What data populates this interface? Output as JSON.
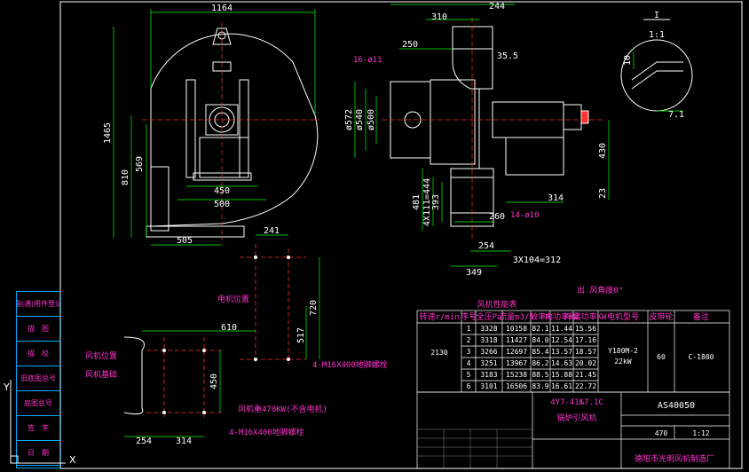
{
  "viewport": {
    "axis_x": "X",
    "axis_y": "Y"
  },
  "section_mark": {
    "letter": "I",
    "scale": "1:1"
  },
  "dims": {
    "d1164": "1164",
    "d1465": "1465",
    "d810": "810",
    "d569": "569",
    "d450": "450",
    "d500": "500",
    "d505": "505",
    "d244": "244",
    "d310": "310",
    "d250": "250",
    "d355": "35.5",
    "d572": "ø572",
    "d540": "ø540",
    "d500c": "ø500",
    "d430": "430",
    "d23": "23",
    "d314": "314",
    "d481": "481",
    "d444": "4X111=444",
    "d393": "393",
    "d260": "260",
    "d254": "254",
    "d312": "3X104=312",
    "d349": "349",
    "d241": "241",
    "d720": "720",
    "d610": "610",
    "d517": "517",
    "d450b": "450",
    "d254b": "254",
    "d314b": "314",
    "d71": "7.1",
    "d10": "10"
  },
  "notes": {
    "holes16": "16-ø11",
    "holes14": "14-ø10",
    "anchor_a": "4-M16X400地脚螺栓",
    "anchor_b": "4-M16X400地脚螺栓",
    "motor_pos": "电机位置",
    "fan_pos": "风机位置",
    "base_dim": "风机基础",
    "load": "风机重470KW(不含电机)",
    "outlet_angle": "出 风角度0°"
  },
  "perf_table": {
    "title": "风机性能表",
    "header": [
      "转速r/min",
      "序号",
      "全压Pa",
      "流量m3/h",
      "效率%",
      "内功率KW",
      "所需功率KW",
      "电机型号",
      "皮带轮",
      "备注"
    ],
    "speed": "2130",
    "rows": [
      [
        "1",
        "3328",
        "10158",
        "82.1",
        "11.44",
        "15.56"
      ],
      [
        "2",
        "3318",
        "11427",
        "84.0",
        "12.54",
        "17.16"
      ],
      [
        "3",
        "3266",
        "12697",
        "85.4",
        "13.57",
        "18.57"
      ],
      [
        "4",
        "3251",
        "13967",
        "86.2",
        "14.63",
        "20.02"
      ],
      [
        "5",
        "3183",
        "15238",
        "88.5",
        "15.88",
        "21.45"
      ],
      [
        "6",
        "3101",
        "16506",
        "83.9",
        "16.61",
        "22.72"
      ]
    ],
    "motor": "Y180M-2",
    "power": "22kW",
    "pulley": "60",
    "code": "C-1800"
  },
  "title_block": {
    "model": "4Y7-41№7.1C",
    "name": "锅炉引风机",
    "drawing_no": "AS40050",
    "weight": "470",
    "scale": "1:12",
    "company": "德阳市光明风机制造厂"
  },
  "left_panel": {
    "items": [
      "借(通)用件登记",
      "描　图",
      "描　校",
      "旧底图总号",
      "底图总号",
      "签　字",
      "日　期"
    ]
  },
  "colors": {
    "line": "#ffffff",
    "dim": "#00ff00",
    "center": "#ff3030",
    "note": "#ff33cc",
    "table": "#ffffff",
    "panel": "#00aaff"
  }
}
